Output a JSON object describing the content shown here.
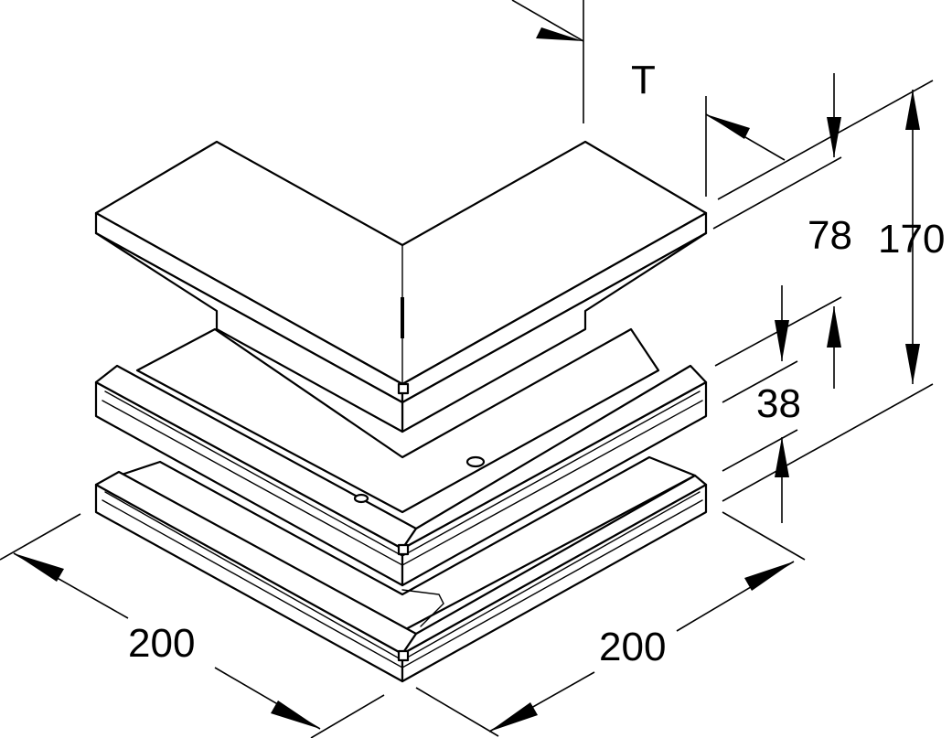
{
  "dimensions": {
    "t_label": "T",
    "height_cover": "78",
    "height_total": "170",
    "height_base": "38",
    "width_left": "200",
    "width_right": "200"
  }
}
